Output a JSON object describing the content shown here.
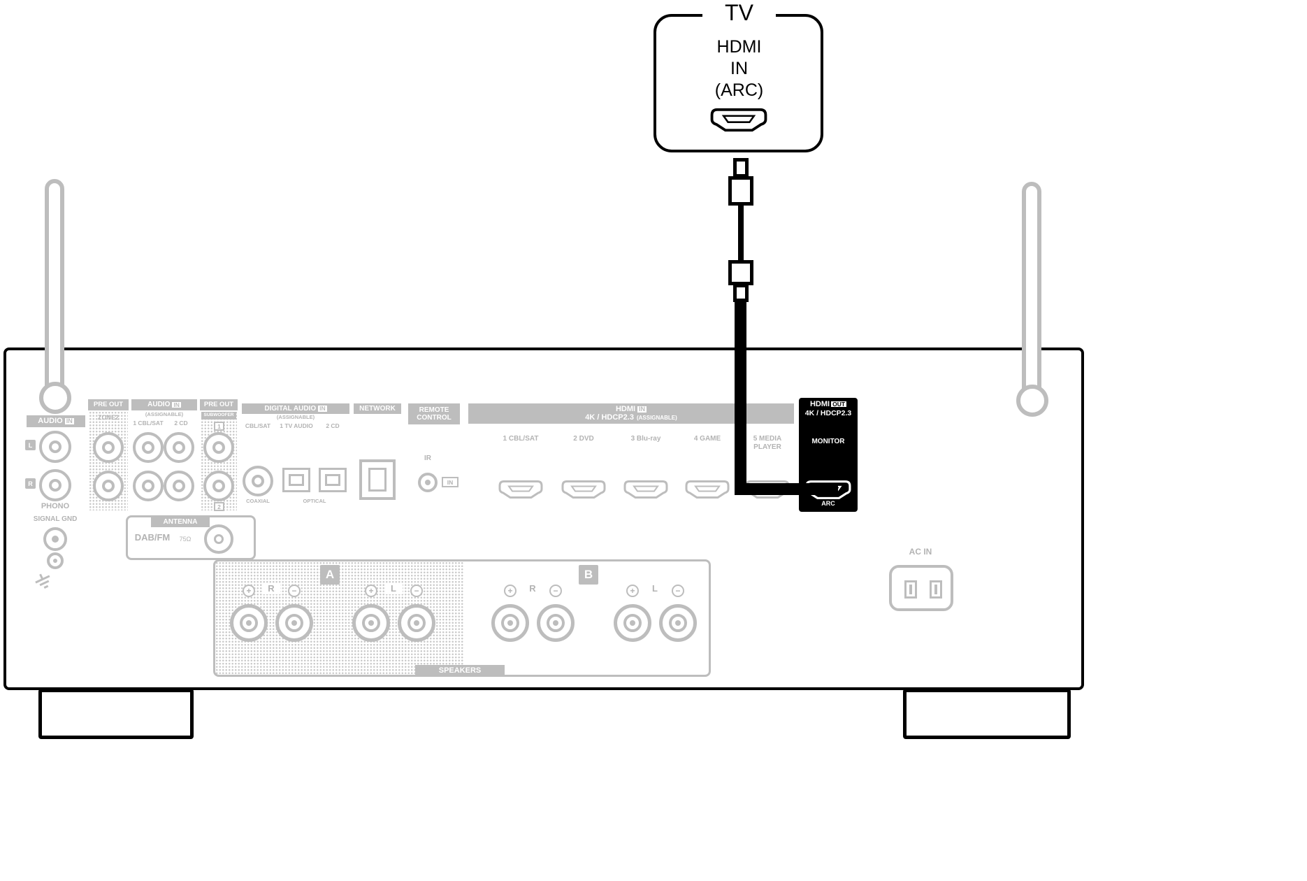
{
  "tv": {
    "title": "TV",
    "line1": "HDMI",
    "line2": "IN",
    "line3": "(ARC)"
  },
  "receiver": {
    "phono_block": {
      "label_audio": "AUDIO",
      "label_in": "IN",
      "jack_l": "L",
      "jack_r": "R",
      "phono": "PHONO",
      "signal_gnd": "SIGNAL GND"
    },
    "pre_out_zone2": {
      "label": "PRE OUT",
      "zone": "ZONE2"
    },
    "audio_in": {
      "label_audio": "AUDIO",
      "label_in": "IN",
      "assignable": "(ASSIGNABLE)",
      "col1": "1 CBL/SAT",
      "col2": "2 CD"
    },
    "pre_out_sub": {
      "label": "PRE OUT",
      "sub": "SUBWOOFER",
      "num1": "1",
      "num2": "2"
    },
    "digital_audio": {
      "label": "DIGITAL AUDIO",
      "label_in": "IN",
      "assignable": "(ASSIGNABLE)",
      "col1": "CBL/SAT",
      "col2": "1 TV AUDIO",
      "col3": "2 CD",
      "coaxial": "COAXIAL",
      "optical": "OPTICAL"
    },
    "network": {
      "label": "NETWORK"
    },
    "remote": {
      "line1": "REMOTE",
      "line2": "CONTROL",
      "ir": "IR",
      "in": "IN"
    },
    "hdmi_in": {
      "label_hdmi": "HDMI",
      "label_in": "IN",
      "subtitle": "4K / HDCP2.3",
      "assignable": "(ASSIGNABLE)",
      "ports": [
        "1 CBL/SAT",
        "2 DVD",
        "3 Blu-ray",
        "4 GAME",
        "5 MEDIA PLAYER"
      ]
    },
    "hdmi_out": {
      "label_hdmi": "HDMI",
      "label_out": "OUT",
      "subtitle": "4K / HDCP2.3",
      "monitor": "MONITOR",
      "arc": "ARC"
    },
    "antenna": {
      "label": "ANTENNA",
      "band": "DAB/FM",
      "impedance": "75Ω"
    },
    "speakers": {
      "label": "SPEAKERS",
      "group_a": "A",
      "group_b": "B",
      "r": "R",
      "l": "L",
      "plus": "+",
      "minus": "−"
    },
    "ac_in": {
      "label": "AC IN"
    }
  }
}
